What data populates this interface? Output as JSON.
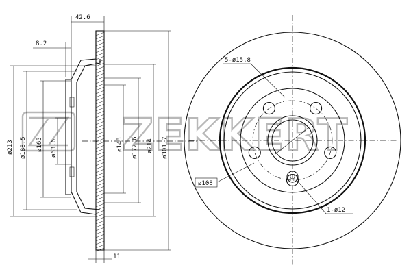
{
  "brand": {
    "watermark": "ZEKKERT",
    "accent_color": "#b8b8b8"
  },
  "side_view": {
    "top_dims": {
      "overall_height": "42.6",
      "flange_offset": "8.2"
    },
    "bottom_dims": {
      "disc_thickness": "11"
    },
    "diameters": [
      "ø213",
      "ø188.5",
      "ø165",
      "ø63.6",
      "ø148",
      "ø177.6",
      "ø214",
      "ø301.7"
    ]
  },
  "front_view": {
    "bolt_holes": "5-ø15.8",
    "pcd": "ø108",
    "locating_hole": "1-ø12"
  }
}
